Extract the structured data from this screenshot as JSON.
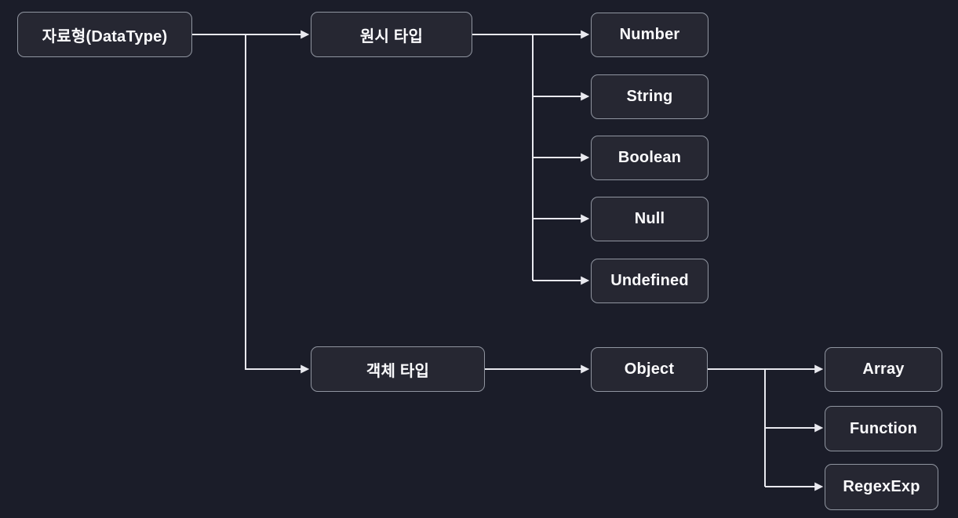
{
  "colors": {
    "background": "#1b1d29",
    "node_fill": "#262732",
    "node_border": "#9095a0",
    "connector": "#e9e9ef",
    "text": "#fbfbfd"
  },
  "diagram": {
    "nodes": {
      "root": {
        "label": "자료형(DataType)"
      },
      "primitive": {
        "label": "원시 타입"
      },
      "number": {
        "label": "Number"
      },
      "string": {
        "label": "String"
      },
      "boolean": {
        "label": "Boolean"
      },
      "null": {
        "label": "Null"
      },
      "undefined": {
        "label": "Undefined"
      },
      "objectType": {
        "label": "객체 타입"
      },
      "object": {
        "label": "Object"
      },
      "array": {
        "label": "Array"
      },
      "function": {
        "label": "Function"
      },
      "regexExp": {
        "label": "RegexExp"
      }
    },
    "edges": [
      {
        "from": "자료형(DataType)",
        "to": "원시 타입"
      },
      {
        "from": "자료형(DataType)",
        "to": "객체 타입"
      },
      {
        "from": "원시 타입",
        "to": "Number"
      },
      {
        "from": "원시 타입",
        "to": "String"
      },
      {
        "from": "원시 타입",
        "to": "Boolean"
      },
      {
        "from": "원시 타입",
        "to": "Null"
      },
      {
        "from": "원시 타입",
        "to": "Undefined"
      },
      {
        "from": "객체 타입",
        "to": "Object"
      },
      {
        "from": "Object",
        "to": "Array"
      },
      {
        "from": "Object",
        "to": "Function"
      },
      {
        "from": "Object",
        "to": "RegexExp"
      }
    ]
  }
}
